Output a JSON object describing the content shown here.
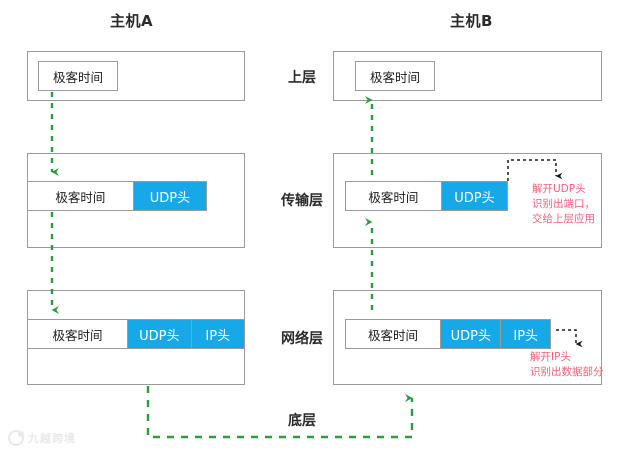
{
  "colors": {
    "header_blue": "#17a8e8",
    "arrow_green": "#2e9b3e",
    "note_red": "#f4607a",
    "box_border": "#9a9a9a",
    "background": "#ffffff"
  },
  "hosts": {
    "a": {
      "title": "主机A"
    },
    "b": {
      "title": "主机B"
    }
  },
  "layers": [
    {
      "key": "upper",
      "label": "上层"
    },
    {
      "key": "transport",
      "label": "传输层"
    },
    {
      "key": "network",
      "label": "网络层"
    },
    {
      "key": "bottom",
      "label": "底层"
    }
  ],
  "packets": {
    "data_label": "极客时间",
    "udp_label": "UDP头",
    "ip_label": "IP头",
    "host_a": {
      "upper": {
        "segments": [
          "极客时间"
        ]
      },
      "transport": {
        "segments": [
          "极客时间",
          "UDP头"
        ]
      },
      "network": {
        "segments": [
          "极客时间",
          "UDP头",
          "IP头"
        ]
      }
    },
    "host_b": {
      "upper": {
        "segments": [
          "极客时间"
        ]
      },
      "transport": {
        "segments": [
          "极客时间",
          "UDP头"
        ]
      },
      "network": {
        "segments": [
          "极客时间",
          "UDP头",
          "IP头"
        ]
      }
    }
  },
  "annotations": {
    "transport_note": {
      "line1": "解开UDP头",
      "line2": "识别出端口，",
      "line3": "交给上层应用"
    },
    "network_note": {
      "line1": "解开IP头",
      "line2": "识别出数据部分"
    }
  },
  "watermark": {
    "text": "九越跨境"
  }
}
